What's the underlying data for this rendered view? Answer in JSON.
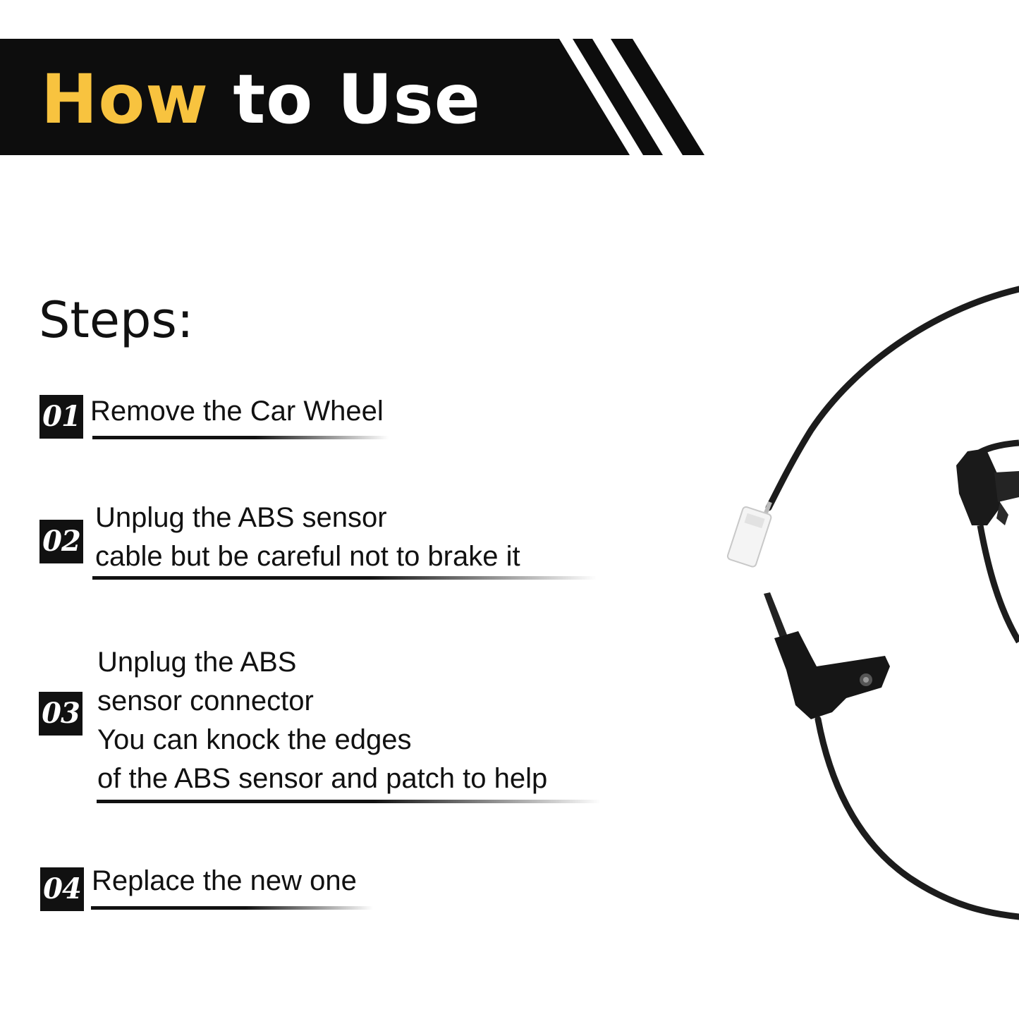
{
  "banner": {
    "title_accent": "How",
    "title_rest": "to Use",
    "colors": {
      "background": "#0d0d0d",
      "accent": "#f8c33f",
      "text": "#ffffff"
    }
  },
  "steps_heading": "Steps:",
  "steps": [
    {
      "number": "01",
      "lines": [
        "Remove the Car Wheel"
      ]
    },
    {
      "number": "02",
      "lines": [
        "Unplug the ABS sensor",
        "cable but be careful not to brake it"
      ]
    },
    {
      "number": "03",
      "lines": [
        "Unplug the ABS",
        "sensor connector",
        "You can knock the edges",
        "of the ABS sensor and patch to help"
      ]
    },
    {
      "number": "04",
      "lines": [
        "Replace the new one"
      ]
    }
  ],
  "product_image": {
    "icon": "abs-sensor-cable-icon"
  }
}
